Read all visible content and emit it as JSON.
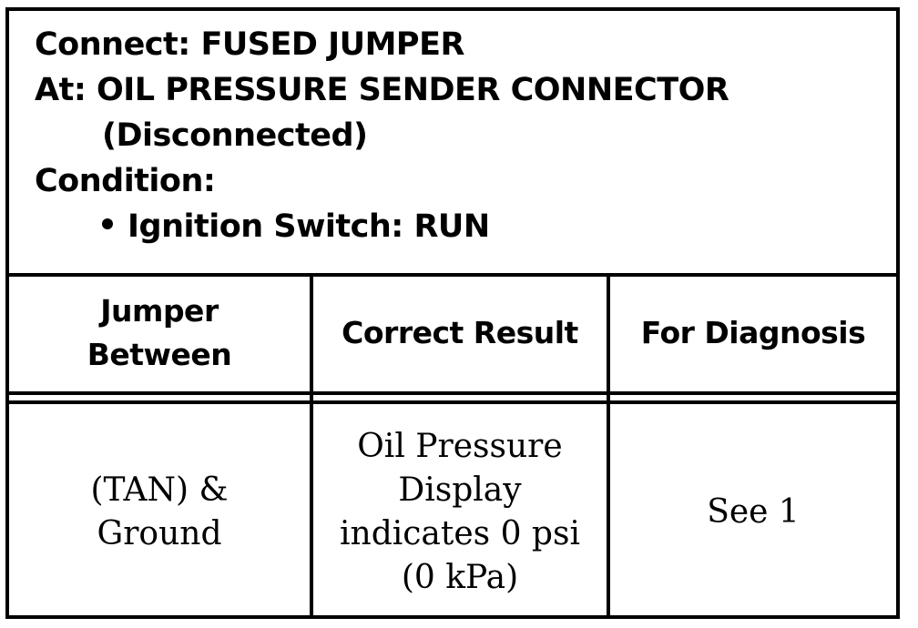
{
  "header": {
    "connect_line": "Connect: FUSED JUMPER",
    "at_line": "At: OIL PRESSURE SENDER CONNECTOR",
    "at_note": "(Disconnected)",
    "condition_label": "Condition:",
    "condition_item": "Ignition Switch: RUN"
  },
  "table": {
    "columns": [
      {
        "label_lines": [
          "Jumper",
          "Between"
        ]
      },
      {
        "label_lines": [
          "Correct Result"
        ]
      },
      {
        "label_lines": [
          "For Diagnosis"
        ]
      }
    ],
    "rows": [
      {
        "jumper_lines": [
          "(TAN) &",
          "Ground"
        ],
        "result_lines": [
          "Oil Pressure",
          "Display",
          "indicates 0 psi",
          "(0 kPa)"
        ],
        "diagnosis": "See 1"
      }
    ]
  }
}
